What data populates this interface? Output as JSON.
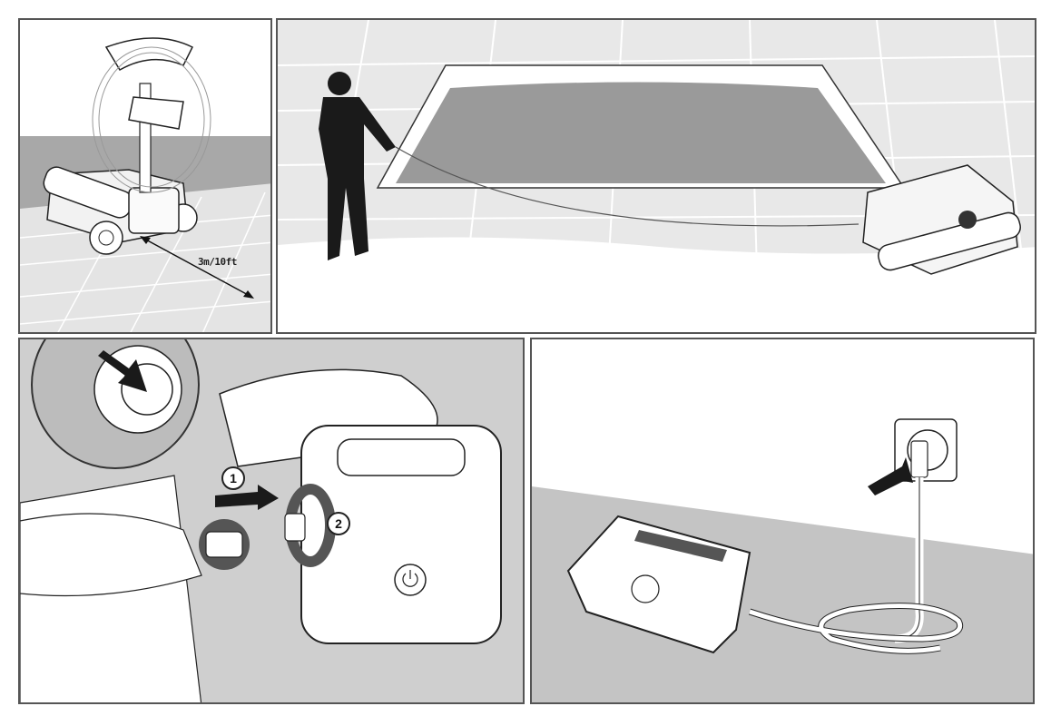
{
  "figure": {
    "type": "instruction-manual illustration",
    "panels": [
      {
        "id": "panel-1",
        "description": "Robotic pool cleaner on caddy with cable coiled, placed near pool edge",
        "distance_label": "3m/10ft"
      },
      {
        "id": "panel-2",
        "description": "Person standing at pool edge feeding floating cable to cleaner robot placed at the edge of the pool"
      },
      {
        "id": "panel-3",
        "description": "Connecting swivel cable plug to power supply unit",
        "steps": [
          {
            "number": "1",
            "action": "push connector into socket"
          },
          {
            "number": "2",
            "action": "twist clockwise to lock"
          }
        ],
        "detail_callout": "magnified connector pins"
      },
      {
        "id": "panel-4",
        "description": "Power supply placed on floor, plugged into wall outlet",
        "arrow": "plug-in direction arrow"
      }
    ],
    "colors": {
      "border": "#555555",
      "floor_gray": "#c4c4c4",
      "dark": "#1a1a1a",
      "tile_light": "#e6e6e6"
    }
  }
}
